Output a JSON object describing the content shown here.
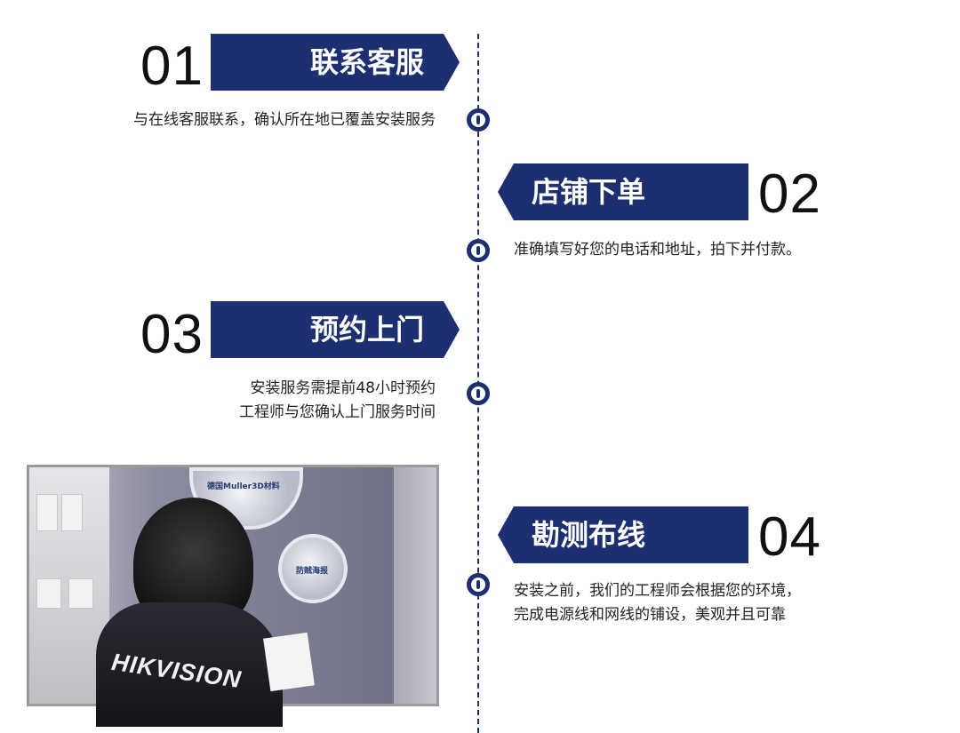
{
  "steps": [
    {
      "number": "01",
      "title": "联系客服",
      "desc_lines": [
        "与在线客服联系，确认所在地已覆盖安装服务"
      ]
    },
    {
      "number": "02",
      "title": "店铺下单",
      "desc_lines": [
        "准确填写好您的电话和地址，拍下并付款。"
      ]
    },
    {
      "number": "03",
      "title": "预约上门",
      "desc_lines": [
        "安装服务需提前48小时预约",
        "工程师与您确认上门服务时间"
      ]
    },
    {
      "number": "04",
      "title": "勘测布线",
      "desc_lines": [
        "安装之前，我们的工程师会根据您的环境，",
        "完成电源线和网线的铺设，美观并且可靠"
      ]
    }
  ],
  "photo": {
    "display_label": "德国Muller3D材料",
    "display_label_2": "防贼海报",
    "vest_brand": "HIKVISION"
  },
  "colors": {
    "accent": "#1d2f70",
    "text": "#222222"
  }
}
